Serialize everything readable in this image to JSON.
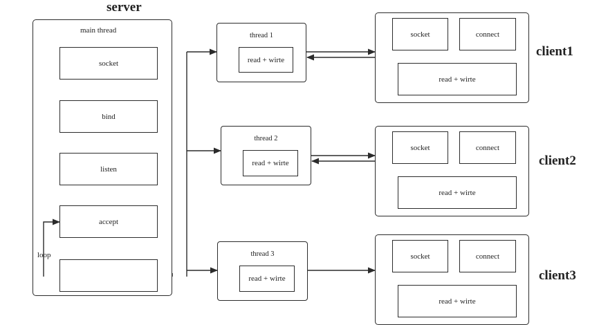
{
  "server": {
    "title": "server",
    "main_thread_label": "main  thread",
    "steps": [
      "socket",
      "bind",
      "listen",
      "accept",
      ""
    ],
    "loop_label": "loop"
  },
  "threads": [
    {
      "label": "thread 1",
      "inner": "read + wirte"
    },
    {
      "label": "thread 2",
      "inner": "read + wirte"
    },
    {
      "label": "thread 3",
      "inner": "read + wirte"
    }
  ],
  "clients": [
    {
      "name": "client1",
      "socket": "socket",
      "connect": "connect",
      "rw": "read  + wirte"
    },
    {
      "name": "client2",
      "socket": "socket",
      "connect": "connect",
      "rw": "read  + wirte"
    },
    {
      "name": "client3",
      "socket": "socket",
      "connect": "connect",
      "rw": "read  + wirte"
    }
  ],
  "colors": {
    "stroke": "#2b2b2b",
    "background": "#ffffff"
  }
}
